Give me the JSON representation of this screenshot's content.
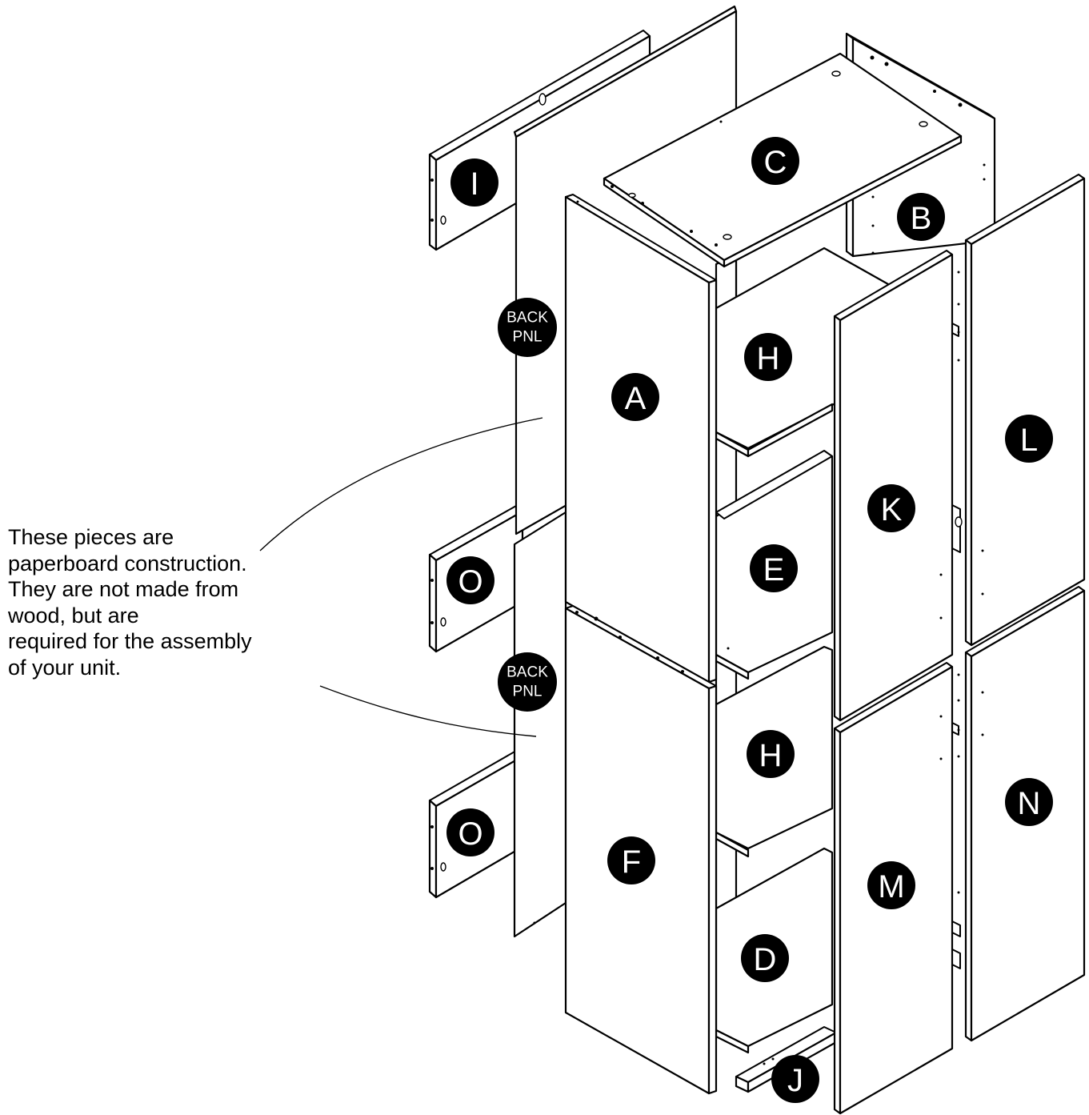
{
  "note": {
    "lines": [
      "These pieces are",
      "paperboard construction.",
      "They are not made from",
      "wood, but are",
      "required for the assembly",
      "of your unit."
    ]
  },
  "labels": {
    "A": "A",
    "B": "B",
    "C": "C",
    "D": "D",
    "E": "E",
    "F": "F",
    "H1": "H",
    "H2": "H",
    "I": "I",
    "J": "J",
    "K": "K",
    "L": "L",
    "M": "M",
    "N": "N",
    "O1": "O",
    "O2": "O",
    "back1": [
      "BACK",
      "PNL"
    ],
    "back2": [
      "BACK",
      "PNL"
    ]
  }
}
